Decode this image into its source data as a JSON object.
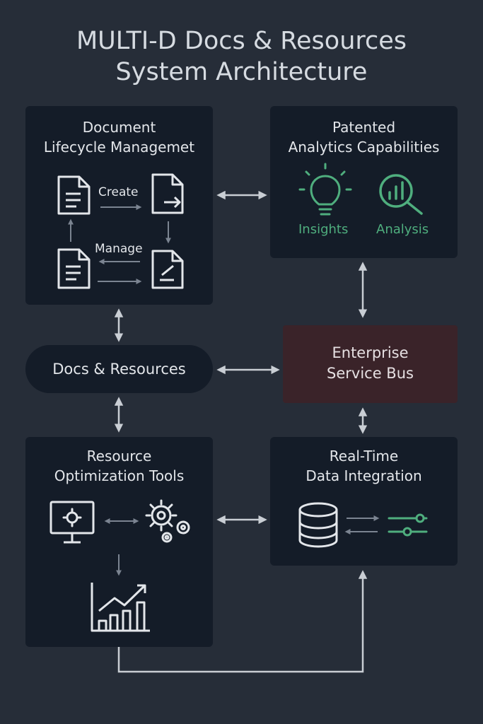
{
  "header": {
    "title_line1": "MULTI-D Docs & Resources",
    "title_line2": "System Architecture"
  },
  "document_lifecycle": {
    "title_line1": "Document",
    "title_line2": "Lifecycle Managemet",
    "create_label": "Create",
    "manage_label": "Manage"
  },
  "analytics": {
    "title_line1": "Patented",
    "title_line2": "Analytics Capabilities",
    "insights_label": "Insights",
    "analysis_label": "Analysis"
  },
  "docs_resources": {
    "label": "Docs & Resources"
  },
  "service_bus": {
    "label_line1": "Enterprise",
    "label_line2": "Service Bus"
  },
  "resource_optimization": {
    "title_line1": "Resource",
    "title_line2": "Optimization Tools"
  },
  "realtime": {
    "title_line1": "Real-Time",
    "title_line2": "Data Integration"
  },
  "colors": {
    "background": "#262d38",
    "box": "#141c28",
    "service_bus": "#3a2329",
    "accent_green": "#4fae7e",
    "connector": "#c9ced4"
  },
  "icons": [
    "document-icon",
    "document-export-icon",
    "document-edit-icon",
    "lightbulb-icon",
    "magnifier-chart-icon",
    "monitor-gear-icon",
    "gears-icon",
    "bar-chart-trend-icon",
    "database-icon",
    "sliders-icon"
  ]
}
